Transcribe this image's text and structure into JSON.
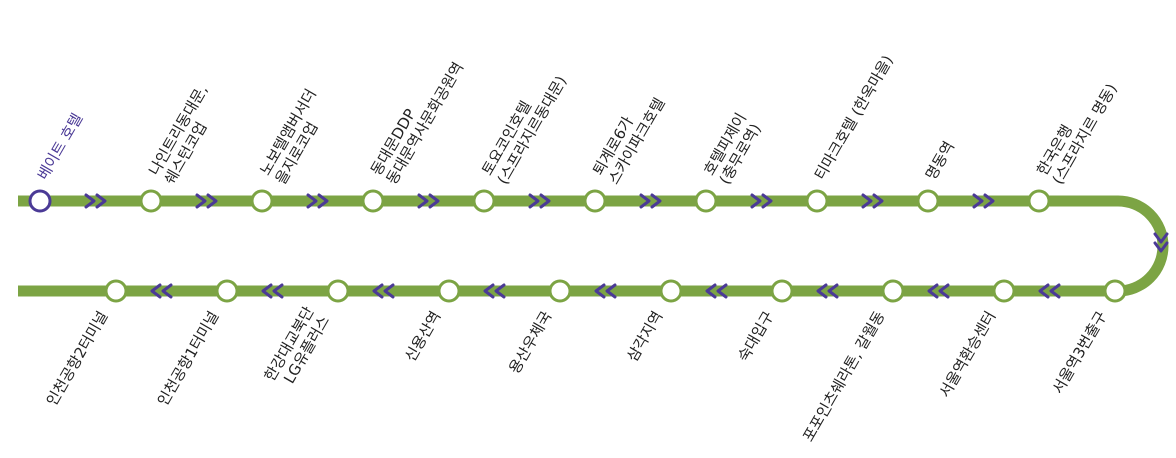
{
  "colors": {
    "line": "#7ca444",
    "current_station": "#4b3a96",
    "arrow": "#4b3a96",
    "text": "#222222"
  },
  "current_stop": "베이트 호텔",
  "top_row": [
    {
      "label": [
        "베이트 호텔"
      ],
      "current": true
    },
    {
      "label": [
        "나인트리동대문,",
        "쉐스턴코업"
      ]
    },
    {
      "label": [
        "노보텔앰버서더",
        "을지로코업"
      ]
    },
    {
      "label": [
        "동대문DDP",
        "동대문역사문화공원역"
      ]
    },
    {
      "label": [
        "토요코인호텔",
        "(스프라지르동대문)"
      ]
    },
    {
      "label": [
        "퇴계로6가",
        "스카이파크호텔"
      ]
    },
    {
      "label": [
        "호텔피제이",
        "(충무로역)"
      ]
    },
    {
      "label": [
        "티마크호텔 (한옥마을)"
      ]
    },
    {
      "label": [
        "명동역"
      ]
    },
    {
      "label": [
        "한국은행",
        "(스프라지르 명동)"
      ]
    }
  ],
  "bottom_row": [
    {
      "label": [
        "인천공항2터미널"
      ]
    },
    {
      "label": [
        "인천공항1터미널"
      ]
    },
    {
      "label": [
        "한강대교북단",
        "LG유플러스"
      ]
    },
    {
      "label": [
        "신용산역"
      ]
    },
    {
      "label": [
        "용산우체국"
      ]
    },
    {
      "label": [
        "삼각지역"
      ]
    },
    {
      "label": [
        "숙대입구"
      ]
    },
    {
      "label": [
        "포포인츠쉐라톤, 갈월동"
      ]
    },
    {
      "label": [
        "서울역환승센터"
      ]
    },
    {
      "label": [
        "서울역3번출구"
      ]
    }
  ]
}
